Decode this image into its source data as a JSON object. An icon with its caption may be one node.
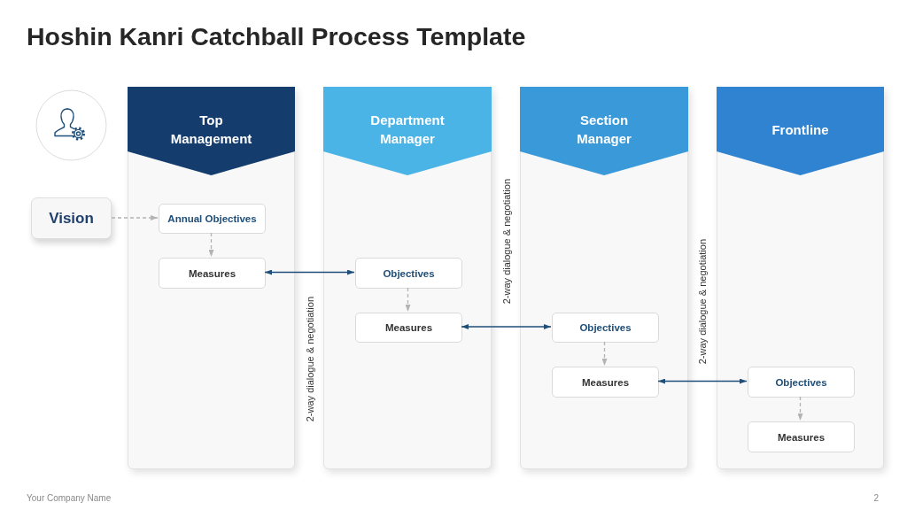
{
  "diagram": {
    "title": "Hoshin Kanri Catchball Process Template",
    "nodes": [
      {
        "text": [
          "Vision"
        ]
      },
      {
        "text": [
          "Top Management"
        ]
      },
      {
        "text": [
          "Annual Objectives"
        ],
        "in": 1
      },
      {
        "text": [
          "Measures"
        ],
        "in": 1
      },
      {
        "text": [
          "Department Manager"
        ]
      },
      {
        "text": [
          "Objectives"
        ],
        "in": 4
      },
      {
        "text": [
          "Measures"
        ],
        "in": 4
      },
      {
        "text": [
          "Section Manager"
        ]
      },
      {
        "text": [
          "Objectives"
        ],
        "in": 7
      },
      {
        "text": [
          "Measures"
        ],
        "in": 7
      },
      {
        "text": [
          "Frontline"
        ]
      },
      {
        "text": [
          "Objectives"
        ],
        "in": 10
      },
      {
        "text": [
          "Measures"
        ],
        "in": 10
      }
    ],
    "edges": [
      {
        "from": 0,
        "to": 2,
        "arrow": "to",
        "style": "dashed"
      },
      {
        "from": 2,
        "to": 3,
        "arrow": "to",
        "style": "dashed"
      },
      {
        "from": 3,
        "to": 5,
        "arrow": "both",
        "color": "#1f4e79"
      },
      {
        "from": 5,
        "to": 6,
        "arrow": "to",
        "style": "dashed"
      },
      {
        "from": 6,
        "to": 8,
        "arrow": "both",
        "color": "#1f4e79"
      },
      {
        "from": 8,
        "to": 9,
        "arrow": "to",
        "style": "dashed"
      },
      {
        "from": 9,
        "to": 11,
        "arrow": "both",
        "color": "#1f4e79"
      },
      {
        "from": 11,
        "to": 12,
        "arrow": "to",
        "style": "dashed"
      }
    ],
    "labels": [
      "2-way dialogue & negotiation",
      "2-way dialogue & negotiation",
      "2-way dialogue & negotiation",
      "Your Company Name",
      "2"
    ]
  }
}
